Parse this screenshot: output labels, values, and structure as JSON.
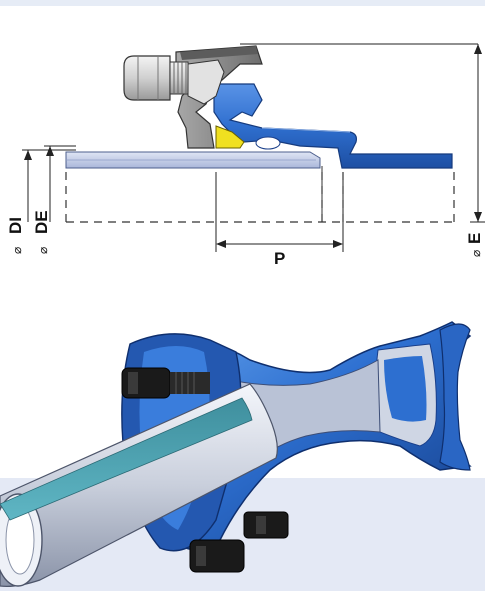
{
  "diagram": {
    "labels": {
      "di": "DI",
      "de": "DE",
      "e": "E",
      "p": "P",
      "diameter_symbol": "⌀"
    },
    "colors": {
      "fitting_blue": "#2f6fcf",
      "fitting_blue_dark": "#1a3f8a",
      "pipe_light": "#c7d1ea",
      "seal_yellow": "#f0e020",
      "clamp_grey": "#8a8a8a",
      "bolt_grey": "#d4d4d4",
      "band": "#e4e9f5"
    },
    "icons": [
      "bolt-icon",
      "clamp-icon",
      "seal-ring-icon"
    ]
  }
}
